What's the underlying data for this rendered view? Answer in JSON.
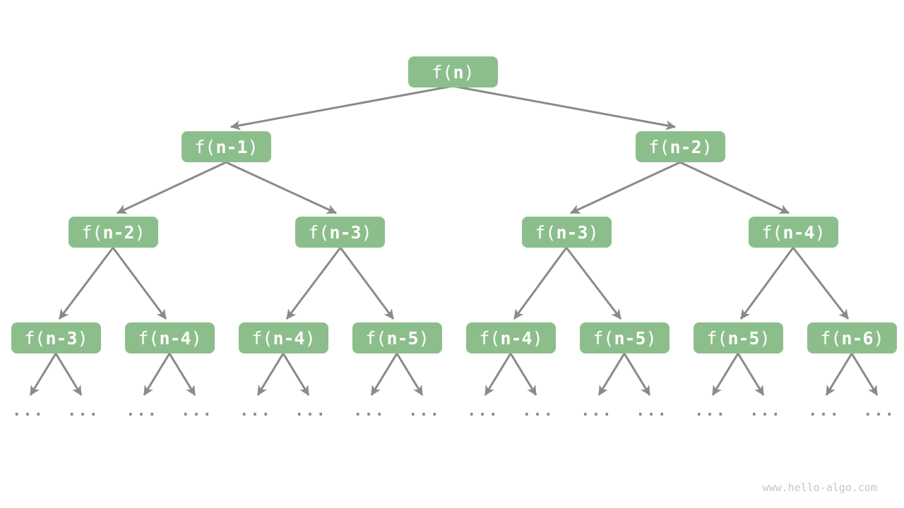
{
  "diagram": {
    "nodes": {
      "root": {
        "pre": "f(",
        "arg": "n",
        "post": ")"
      },
      "l2": [
        {
          "pre": "f(",
          "arg": "n-1",
          "post": ")"
        },
        {
          "pre": "f(",
          "arg": "n-2",
          "post": ")"
        }
      ],
      "l3": [
        {
          "pre": "f(",
          "arg": "n-2",
          "post": ")"
        },
        {
          "pre": "f(",
          "arg": "n-3",
          "post": ")"
        },
        {
          "pre": "f(",
          "arg": "n-3",
          "post": ")"
        },
        {
          "pre": "f(",
          "arg": "n-4",
          "post": ")"
        }
      ],
      "l4": [
        {
          "pre": "f(",
          "arg": "n-3",
          "post": ")"
        },
        {
          "pre": "f(",
          "arg": "n-4",
          "post": ")"
        },
        {
          "pre": "f(",
          "arg": "n-4",
          "post": ")"
        },
        {
          "pre": "f(",
          "arg": "n-5",
          "post": ")"
        },
        {
          "pre": "f(",
          "arg": "n-4",
          "post": ")"
        },
        {
          "pre": "f(",
          "arg": "n-5",
          "post": ")"
        },
        {
          "pre": "f(",
          "arg": "n-5",
          "post": ")"
        },
        {
          "pre": "f(",
          "arg": "n-6",
          "post": ")"
        }
      ]
    },
    "ellipsis": "...",
    "watermark": "www.hello-algo.com"
  },
  "colors": {
    "node_fill": "#8CBE8C",
    "node_text": "#FFFFFF",
    "arrow": "#8A8A8A",
    "ellipsis": "#8A8A8A",
    "watermark": "#C6C6C6",
    "background": "#FFFFFF"
  }
}
